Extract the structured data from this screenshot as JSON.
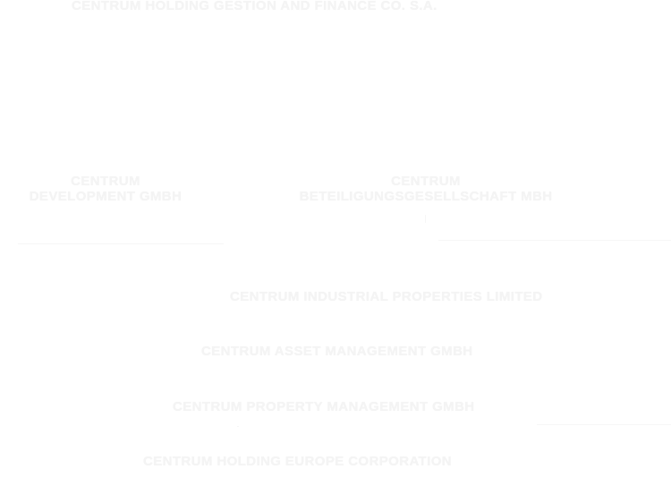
{
  "diagram": {
    "root": "CENTRUM HOLDING GESTION AND FINANCE CO. S.A.",
    "development": [
      "CENTRUM",
      "DEVELOPMENT GMBH"
    ],
    "beteiligung": [
      "CENTRUM",
      "BETEILIGUNGSGESELLSCHAFT MBH"
    ],
    "industrial": "CENTRUM INDUSTRIAL PROPERTIES LIMITED",
    "asset": "CENTRUM ASSET MANAGEMENT GMBH",
    "property": "CENTRUM PROPERTY MANAGEMENT GMBH",
    "holdings": "CENTRUM HOLDING EUROPE CORPORATION"
  },
  "colors": {
    "background": "#ffffff",
    "text": "#f4f4f4",
    "lines": "#f6f6f6"
  }
}
